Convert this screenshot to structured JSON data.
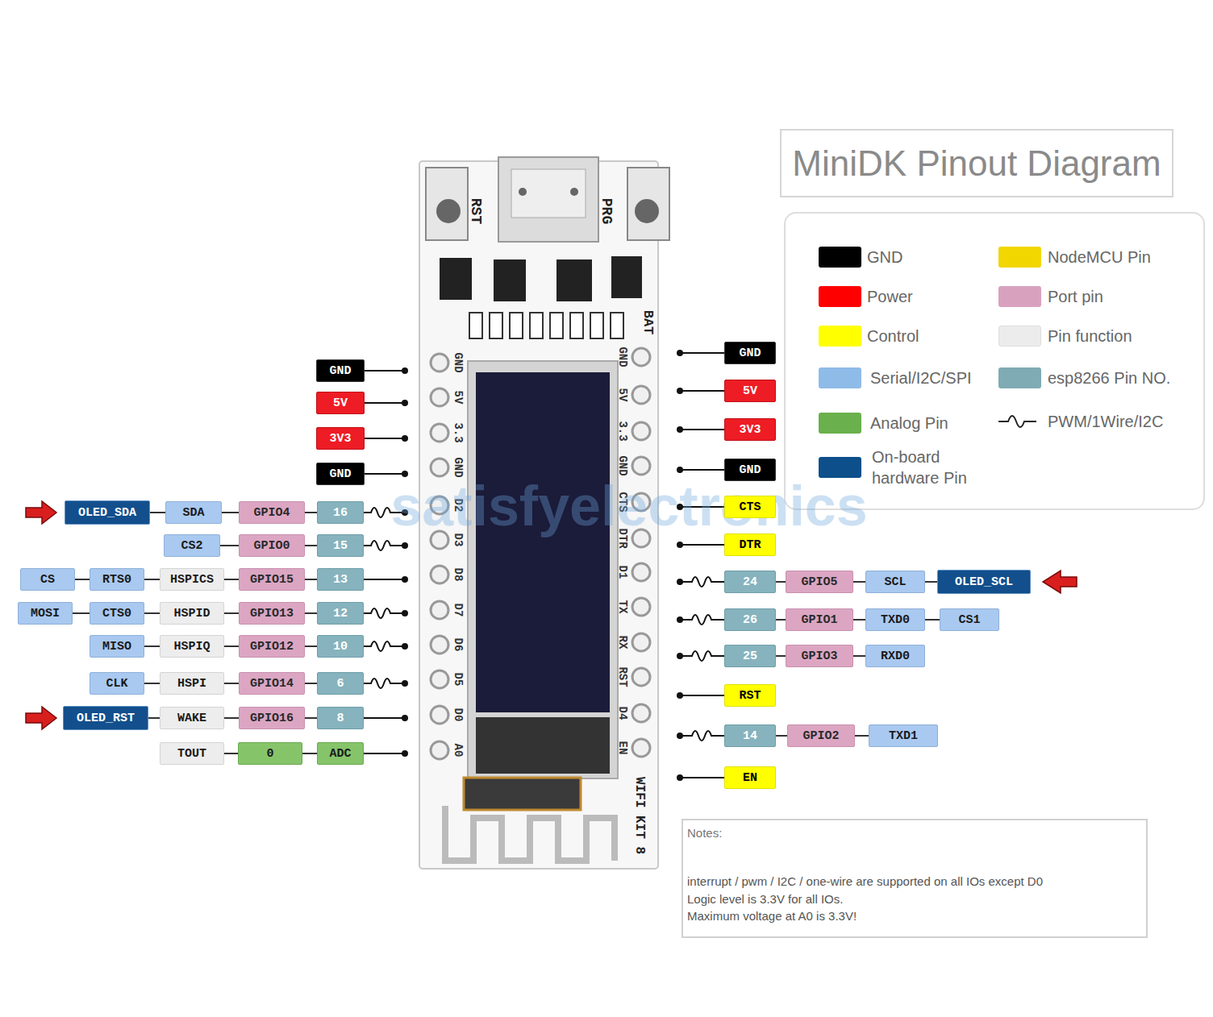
{
  "diagram": {
    "title": "MiniDK Pinout Diagram",
    "nodes": [
      {
        "text": [
          "GND"
        ]
      },
      {
        "text": [
          "5V"
        ]
      },
      {
        "text": [
          "3V3"
        ]
      },
      {
        "text": [
          "GND"
        ]
      },
      {
        "text": [
          "OLED_SDA"
        ]
      },
      {
        "text": [
          "SDA"
        ]
      },
      {
        "text": [
          "GPIO4"
        ]
      },
      {
        "text": [
          "16"
        ]
      },
      {
        "text": [
          "CS2"
        ]
      },
      {
        "text": [
          "GPIO0"
        ]
      },
      {
        "text": [
          "15"
        ]
      },
      {
        "text": [
          "CS"
        ]
      },
      {
        "text": [
          "RTS0"
        ]
      },
      {
        "text": [
          "HSPICS"
        ]
      },
      {
        "text": [
          "GPIO15"
        ]
      },
      {
        "text": [
          "13"
        ]
      },
      {
        "text": [
          "MOSI"
        ]
      },
      {
        "text": [
          "CTS0"
        ]
      },
      {
        "text": [
          "HSPID"
        ]
      },
      {
        "text": [
          "GPIO13"
        ]
      },
      {
        "text": [
          "12"
        ]
      },
      {
        "text": [
          "MISO"
        ]
      },
      {
        "text": [
          "HSPIQ"
        ]
      },
      {
        "text": [
          "GPIO12"
        ]
      },
      {
        "text": [
          "10"
        ]
      },
      {
        "text": [
          "CLK"
        ]
      },
      {
        "text": [
          "HSPI"
        ]
      },
      {
        "text": [
          "GPIO14"
        ]
      },
      {
        "text": [
          "6"
        ]
      },
      {
        "text": [
          "OLED_RST"
        ]
      },
      {
        "text": [
          "WAKE"
        ]
      },
      {
        "text": [
          "GPIO16"
        ]
      },
      {
        "text": [
          "8"
        ]
      },
      {
        "text": [
          "TOUT"
        ]
      },
      {
        "text": [
          "0"
        ]
      },
      {
        "text": [
          "ADC"
        ]
      },
      {
        "text": [
          "GND"
        ]
      },
      {
        "text": [
          "5V"
        ]
      },
      {
        "text": [
          "3V3"
        ]
      },
      {
        "text": [
          "GND"
        ]
      },
      {
        "text": [
          "CTS"
        ]
      },
      {
        "text": [
          "DTR"
        ]
      },
      {
        "text": [
          "24"
        ]
      },
      {
        "text": [
          "GPIO5"
        ]
      },
      {
        "text": [
          "SCL"
        ]
      },
      {
        "text": [
          "OLED_SCL"
        ]
      },
      {
        "text": [
          "26"
        ]
      },
      {
        "text": [
          "GPIO1"
        ]
      },
      {
        "text": [
          "TXD0"
        ]
      },
      {
        "text": [
          "CS1"
        ]
      },
      {
        "text": [
          "25"
        ]
      },
      {
        "text": [
          "GPIO3"
        ]
      },
      {
        "text": [
          "RXD0"
        ]
      },
      {
        "text": [
          "RST"
        ]
      },
      {
        "text": [
          "14"
        ]
      },
      {
        "text": [
          "GPIO2"
        ]
      },
      {
        "text": [
          "TXD1"
        ]
      },
      {
        "text": [
          "EN"
        ]
      }
    ],
    "edges": [
      {
        "from": 4,
        "to": 5,
        "arrow": "none"
      },
      {
        "from": 5,
        "to": 6,
        "arrow": "none"
      },
      {
        "from": 6,
        "to": 7,
        "arrow": "none"
      },
      {
        "from": 8,
        "to": 9,
        "arrow": "none"
      },
      {
        "from": 9,
        "to": 10,
        "arrow": "none"
      },
      {
        "from": 11,
        "to": 12,
        "arrow": "none"
      },
      {
        "from": 12,
        "to": 13,
        "arrow": "none"
      },
      {
        "from": 13,
        "to": 14,
        "arrow": "none"
      },
      {
        "from": 14,
        "to": 15,
        "arrow": "none"
      },
      {
        "from": 16,
        "to": 17,
        "arrow": "none"
      },
      {
        "from": 17,
        "to": 18,
        "arrow": "none"
      },
      {
        "from": 18,
        "to": 19,
        "arrow": "none"
      },
      {
        "from": 19,
        "to": 20,
        "arrow": "none"
      },
      {
        "from": 21,
        "to": 22,
        "arrow": "none"
      },
      {
        "from": 22,
        "to": 23,
        "arrow": "none"
      },
      {
        "from": 23,
        "to": 24,
        "arrow": "none"
      },
      {
        "from": 25,
        "to": 26,
        "arrow": "none"
      },
      {
        "from": 26,
        "to": 27,
        "arrow": "none"
      },
      {
        "from": 27,
        "to": 28,
        "arrow": "none"
      },
      {
        "from": 29,
        "to": 30,
        "arrow": "none"
      },
      {
        "from": 30,
        "to": 31,
        "arrow": "none"
      },
      {
        "from": 31,
        "to": 32,
        "arrow": "none"
      },
      {
        "from": 33,
        "to": 34,
        "arrow": "none"
      },
      {
        "from": 34,
        "to": 35,
        "arrow": "none"
      },
      {
        "from": 42,
        "to": 43,
        "arrow": "none"
      },
      {
        "from": 43,
        "to": 44,
        "arrow": "none"
      },
      {
        "from": 44,
        "to": 45,
        "arrow": "none"
      },
      {
        "from": 46,
        "to": 47,
        "arrow": "none"
      },
      {
        "from": 47,
        "to": 48,
        "arrow": "none"
      },
      {
        "from": 48,
        "to": 49,
        "arrow": "none"
      },
      {
        "from": 50,
        "to": 51,
        "arrow": "none"
      },
      {
        "from": 51,
        "to": 52,
        "arrow": "none"
      },
      {
        "from": 54,
        "to": 55,
        "arrow": "none"
      },
      {
        "from": 55,
        "to": 56,
        "arrow": "none"
      }
    ],
    "labels": [
      "RST",
      "PRG",
      "BAT",
      "WIFI KIT 8",
      "GND",
      "5V",
      "3.3",
      "GND",
      "D2",
      "D3",
      "D8",
      "D7",
      "D6",
      "D5",
      "D0",
      "A0",
      "GND",
      "5V",
      "3.3",
      "GND",
      "CTS",
      "DTR",
      "D1",
      "TX",
      "RX",
      "RST",
      "D4",
      "EN",
      "satisfyelectronics",
      "Notes:",
      "interrupt / pwm / I2C / one-wire are supported on all IOs except D0",
      "Logic level is 3.3V for all IOs.",
      "Maximum voltage at A0 is 3.3V!"
    ],
    "legend": [
      {
        "text": "GND",
        "color": "#000000"
      },
      {
        "text": "Power",
        "color": "#ff0000"
      },
      {
        "text": "Control",
        "color": "#ffff00"
      },
      {
        "text": "Serial/I2C/SPI",
        "color": "#8fbbe8"
      },
      {
        "text": "Analog Pin",
        "color": "#6ab04c"
      },
      {
        "text": "On-board hardware Pin",
        "color": "#0d4f8b"
      },
      {
        "text": "NodeMCU Pin",
        "color": "#f2d600"
      },
      {
        "text": "Port pin",
        "color": "#d8a2bf"
      },
      {
        "text": "Pin function",
        "color": "#ececec"
      },
      {
        "text": "esp8266 Pin NO.",
        "color": "#7fabb5"
      },
      {
        "text": "PWM/1Wire/I2C"
      }
    ]
  }
}
